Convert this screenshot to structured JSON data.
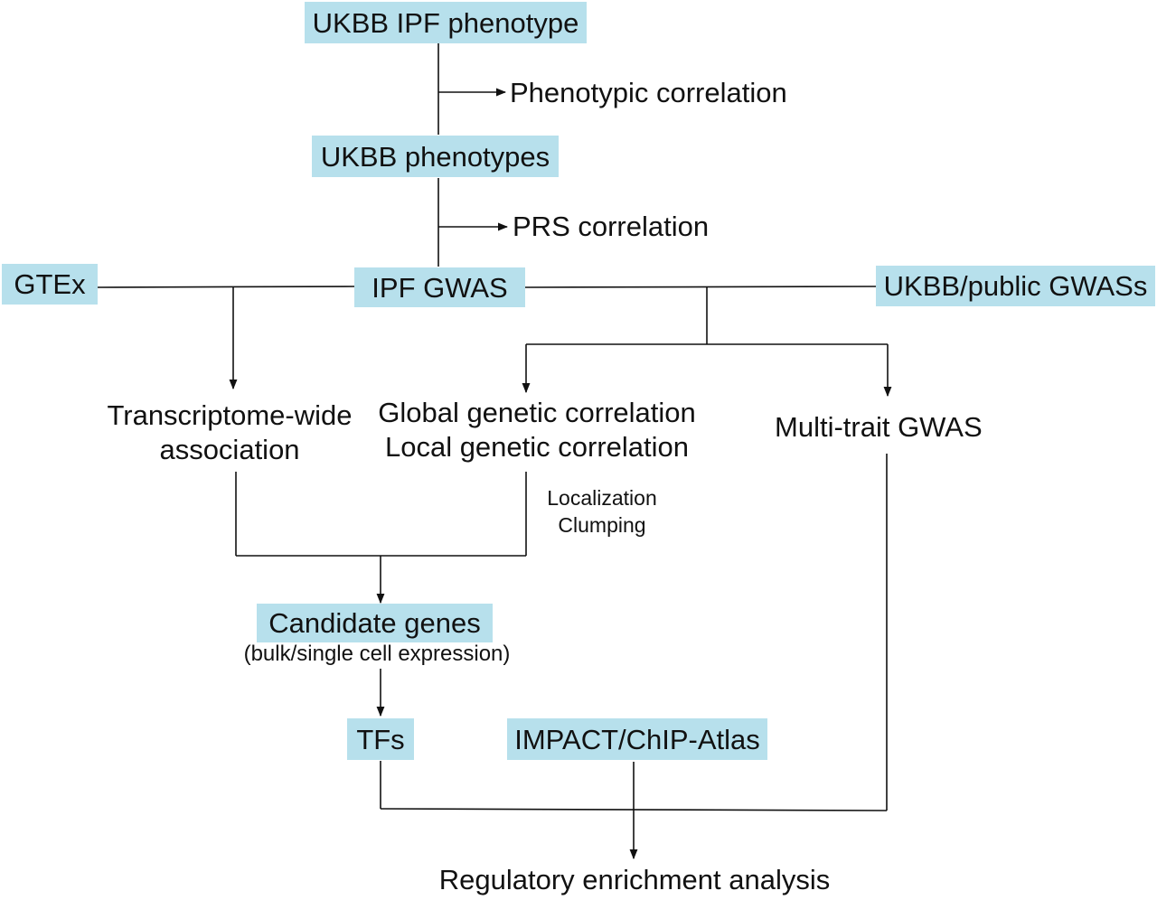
{
  "nodes": {
    "ukbb_ipf_phenotype": "UKBB IPF phenotype",
    "phenotypic_correlation": "Phenotypic correlation",
    "ukbb_phenotypes": "UKBB phenotypes",
    "prs_correlation": "PRS correlation",
    "gtex": "GTEx",
    "ipf_gwas": "IPF GWAS",
    "ukbb_public_gwass": "UKBB/public GWASs",
    "twas_line1": "Transcriptome-wide",
    "twas_line2": "association",
    "global_genetic_correlation": "Global genetic correlation",
    "local_genetic_correlation": "Local genetic correlation",
    "multi_trait_gwas": "Multi-trait GWAS",
    "localization": "Localization",
    "clumping": "Clumping",
    "candidate_genes": "Candidate genes",
    "candidate_genes_note": "(bulk/single cell expression)",
    "tfs": "TFs",
    "impact_chip_atlas": "IMPACT/ChIP-Atlas",
    "regulatory_enrichment": "Regulatory enrichment analysis"
  },
  "colors": {
    "box_fill": "#b7e0ec",
    "line": "#111111",
    "text": "#111111"
  }
}
